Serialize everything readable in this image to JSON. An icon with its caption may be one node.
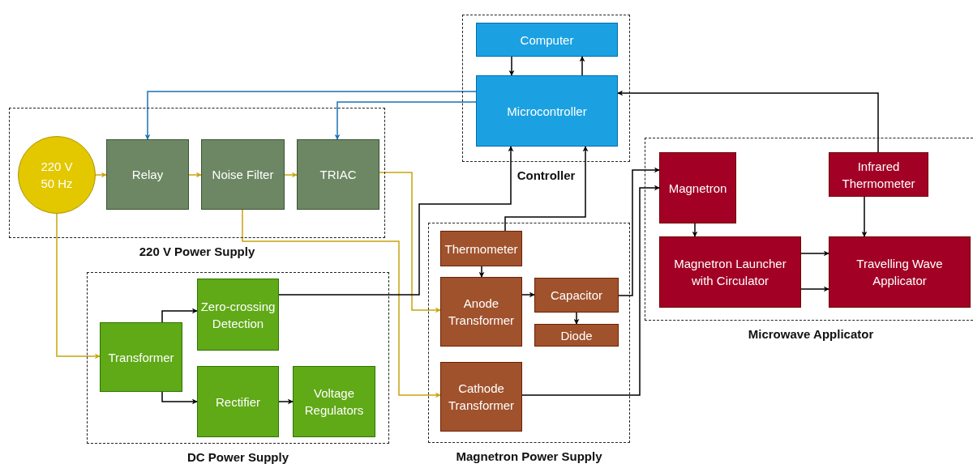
{
  "diagram": {
    "nodes": [
      {
        "text": [
          "220 V Power Supply"
        ]
      },
      {
        "text": [
          "220 V 50 Hz"
        ],
        "in": 0
      },
      {
        "text": [
          "Relay"
        ],
        "in": 0
      },
      {
        "text": [
          "Noise Filter"
        ],
        "in": 0
      },
      {
        "text": [
          "TRIAC"
        ],
        "in": 0
      },
      {
        "text": [
          "Controller"
        ]
      },
      {
        "text": [
          "Computer"
        ],
        "in": 5
      },
      {
        "text": [
          "Microcontroller"
        ],
        "in": 5
      },
      {
        "text": [
          "DC Power Supply"
        ]
      },
      {
        "text": [
          "Transformer"
        ],
        "in": 8
      },
      {
        "text": [
          "Zero-crossing Detection"
        ],
        "in": 8
      },
      {
        "text": [
          "Rectifier"
        ],
        "in": 8
      },
      {
        "text": [
          "Voltage Regulators"
        ],
        "in": 8
      },
      {
        "text": [
          "Magnetron Power Supply"
        ]
      },
      {
        "text": [
          "Thermometer"
        ],
        "in": 13
      },
      {
        "text": [
          "Anode Transformer"
        ],
        "in": 13
      },
      {
        "text": [
          "Capacitor"
        ],
        "in": 13
      },
      {
        "text": [
          "Diode"
        ],
        "in": 13
      },
      {
        "text": [
          "Cathode Transformer"
        ],
        "in": 13
      },
      {
        "text": [
          "Microwave Applicator"
        ]
      },
      {
        "text": [
          "Magnetron"
        ],
        "in": 19
      },
      {
        "text": [
          "Infrared Thermometer"
        ],
        "in": 19
      },
      {
        "text": [
          "Magnetron Launcher with Circulator"
        ],
        "in": 19
      },
      {
        "text": [
          "Travelling Wave Applicator"
        ],
        "in": 19
      }
    ],
    "edges": [
      {
        "from": 1,
        "to": 2,
        "arrow": "to",
        "color": "#c9a40e"
      },
      {
        "from": 2,
        "to": 3,
        "arrow": "to",
        "color": "#c9a40e"
      },
      {
        "from": 3,
        "to": 4,
        "arrow": "to",
        "color": "#c9a40e"
      },
      {
        "from": 1,
        "to": 9,
        "arrow": "to",
        "color": "#c9a40e"
      },
      {
        "from": 3,
        "to": 18,
        "arrow": "to",
        "color": "#c9a40e"
      },
      {
        "from": 4,
        "to": 15,
        "arrow": "to",
        "color": "#c9a40e"
      },
      {
        "from": 7,
        "to": 2,
        "arrow": "to",
        "color": "#1a72b8"
      },
      {
        "from": 7,
        "to": 4,
        "arrow": "to",
        "color": "#1a72b8"
      },
      {
        "from": 6,
        "to": 7,
        "arrow": "to"
      },
      {
        "from": 7,
        "to": 6,
        "arrow": "to"
      },
      {
        "from": 10,
        "to": 7,
        "arrow": "to"
      },
      {
        "from": 14,
        "to": 7,
        "arrow": "to"
      },
      {
        "from": 21,
        "to": 7,
        "arrow": "to"
      },
      {
        "from": 21,
        "to": 23,
        "arrow": "to"
      },
      {
        "from": 20,
        "to": 22,
        "arrow": "to"
      },
      {
        "from": 22,
        "to": 23,
        "arrow": "to"
      },
      {
        "from": 22,
        "to": 23,
        "arrow": "to"
      },
      {
        "from": 9,
        "to": 10,
        "arrow": "to"
      },
      {
        "from": 9,
        "to": 11,
        "arrow": "to"
      },
      {
        "from": 11,
        "to": 12,
        "arrow": "to"
      },
      {
        "from": 14,
        "to": 15,
        "arrow": "to"
      },
      {
        "from": 15,
        "to": 16,
        "arrow": "to"
      },
      {
        "from": 16,
        "to": 17,
        "arrow": "to"
      },
      {
        "from": 16,
        "to": 20,
        "arrow": "to"
      },
      {
        "from": 18,
        "to": 20,
        "arrow": "to"
      }
    ]
  }
}
